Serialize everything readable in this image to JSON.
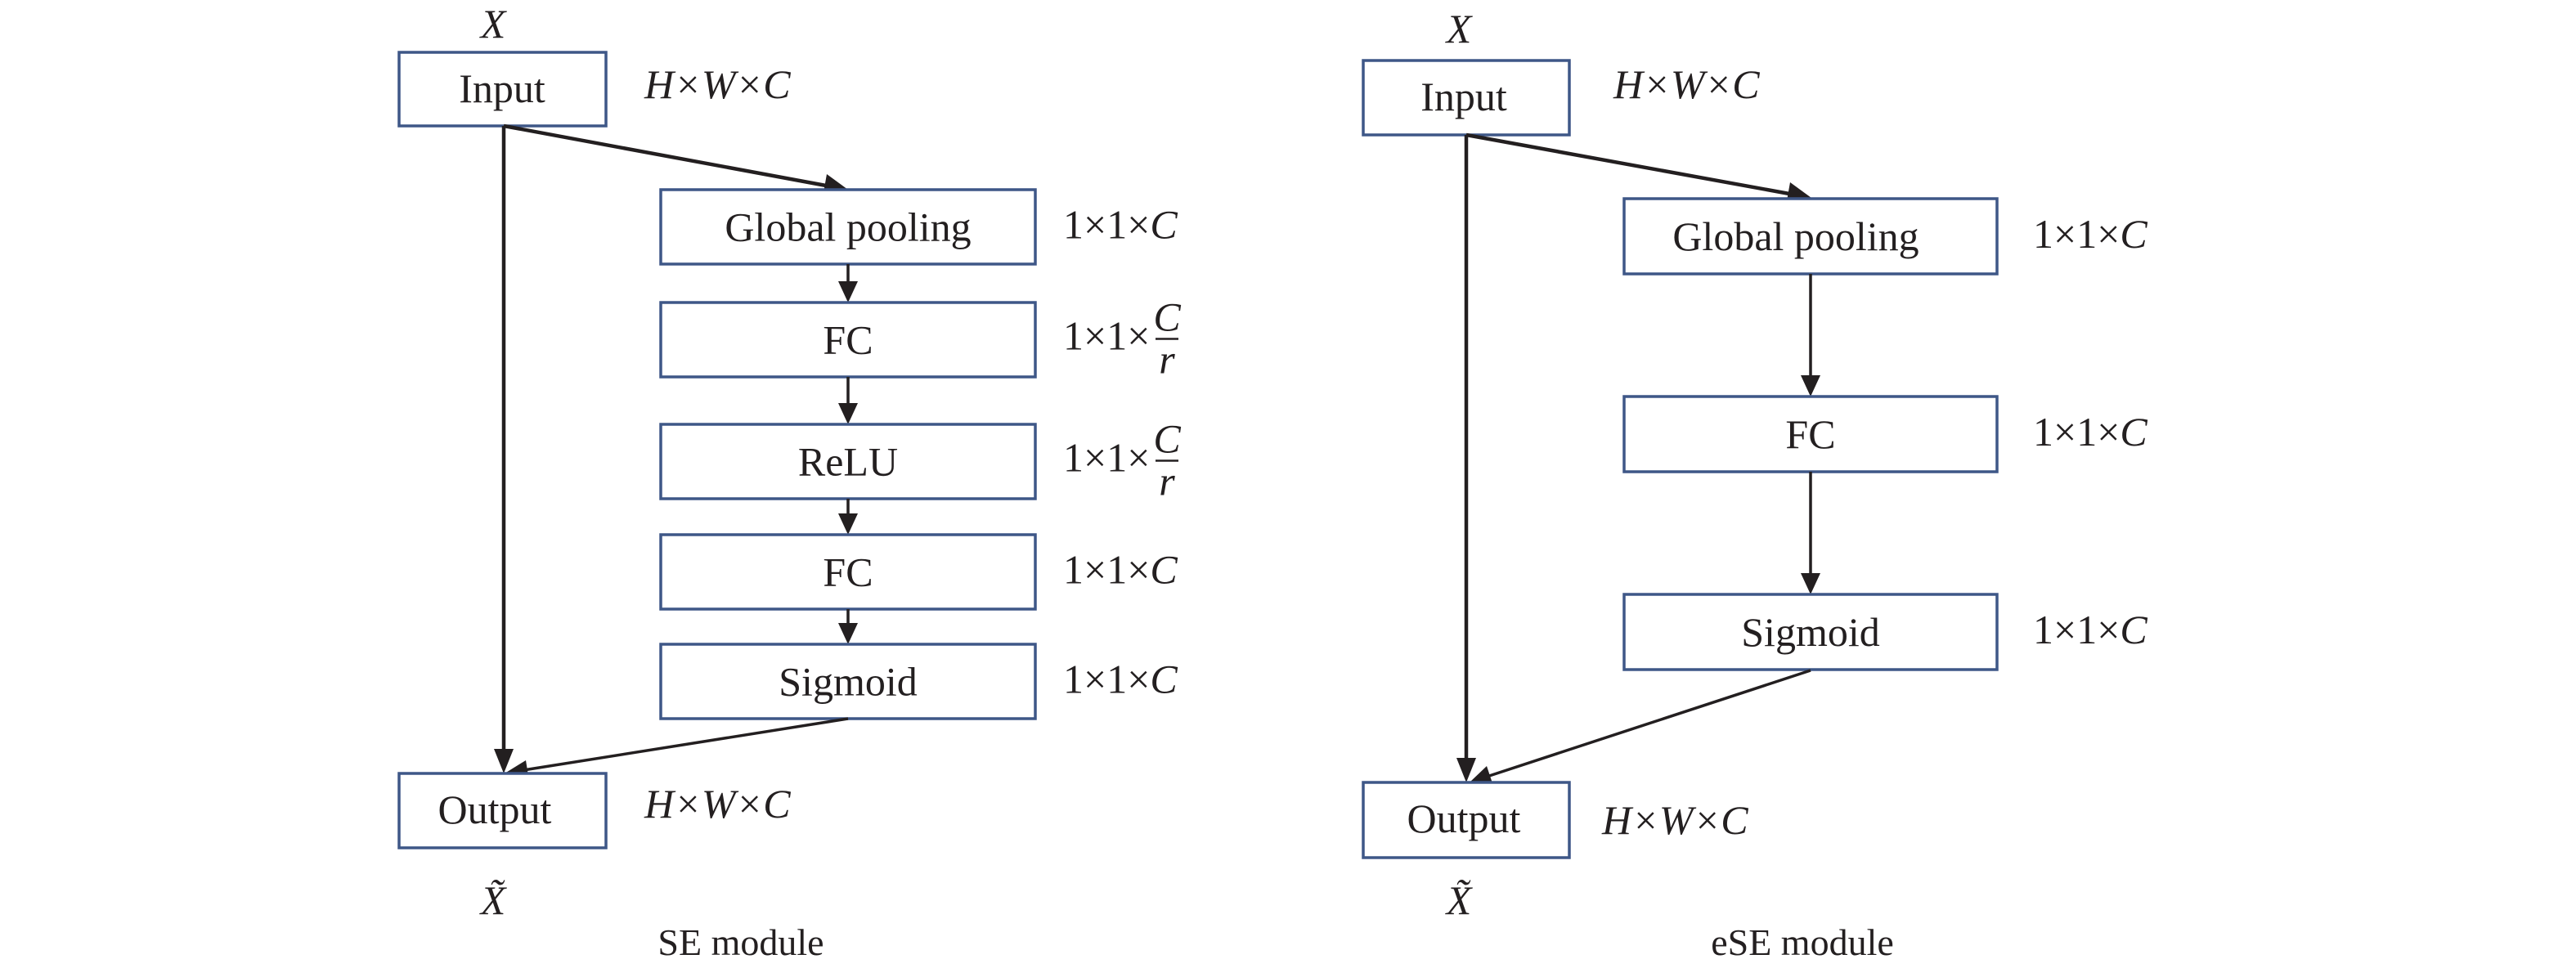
{
  "colors": {
    "box_stroke": "#3e5787",
    "arrow": "#231f20",
    "text": "#231f20",
    "background": "#ffffff"
  },
  "se_module": {
    "caption": "SE module",
    "input_var": "X",
    "output_var": "X̃",
    "input": {
      "label": "Input",
      "dim": "H×W×C"
    },
    "blocks": [
      {
        "label": "Global pooling",
        "dim_prefix": "1×1×",
        "dim_num": "C",
        "dim_den": ""
      },
      {
        "label": "FC",
        "dim_prefix": "1×1×",
        "dim_num": "C",
        "dim_den": "r"
      },
      {
        "label": "ReLU",
        "dim_prefix": "1×1×",
        "dim_num": "C",
        "dim_den": "r"
      },
      {
        "label": "FC",
        "dim_prefix": "1×1×",
        "dim_num": "C",
        "dim_den": ""
      },
      {
        "label": "Sigmoid",
        "dim_prefix": "1×1×",
        "dim_num": "C",
        "dim_den": ""
      }
    ],
    "output": {
      "label": "Output",
      "dim": "H×W×C"
    }
  },
  "ese_module": {
    "caption": "eSE module",
    "input_var": "X",
    "output_var": "X̃",
    "input": {
      "label": "Input",
      "dim": "H×W×C"
    },
    "blocks": [
      {
        "label": "Global pooling",
        "dim_prefix": "1×1×",
        "dim_num": "C",
        "dim_den": ""
      },
      {
        "label": "FC",
        "dim_prefix": "1×1×",
        "dim_num": "C",
        "dim_den": ""
      },
      {
        "label": "Sigmoid",
        "dim_prefix": "1×1×",
        "dim_num": "C",
        "dim_den": ""
      }
    ],
    "output": {
      "label": "Output",
      "dim": "H×W×C"
    }
  }
}
